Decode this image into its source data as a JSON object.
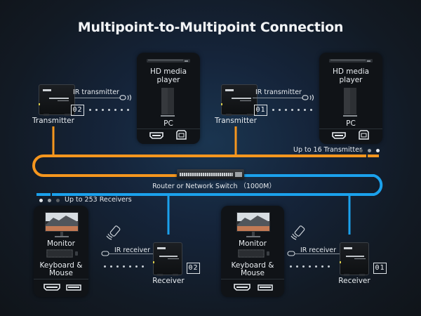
{
  "title": "Multipoint-to-Multipoint Connection",
  "colors": {
    "transmitter_line": "#f5961e",
    "receiver_line": "#1ba1ec",
    "background": "#14202d"
  },
  "transmitters": [
    {
      "id": "02",
      "label": "Transmitter",
      "ir_label": "IR transmitter",
      "source_panel": {
        "title": "HD media player",
        "title_line1": "HD media",
        "title_line2": "player",
        "device": "PC",
        "ports": [
          "hdmi-port-icon",
          "usb-b-port-icon"
        ]
      }
    },
    {
      "id": "01",
      "label": "Transmitter",
      "ir_label": "IR transmitter",
      "source_panel": {
        "title": "HD media player",
        "title_line1": "HD media",
        "title_line2": "player",
        "device": "PC",
        "ports": [
          "hdmi-port-icon",
          "usb-b-port-icon"
        ]
      }
    }
  ],
  "switch": {
    "label": "Router or Network Switch （1000M）"
  },
  "tx_capacity": "Up to 16 Transmitter",
  "rx_capacity": "Up to 253 Receivers",
  "receivers": [
    {
      "id": "02",
      "label": "Receiver",
      "ir_label": "IR receiver",
      "sink_panel": {
        "display": "Monitor",
        "input_line1": "Keyboard &",
        "input_line2": "Mouse",
        "ports": [
          "hdmi-port-icon",
          "usb-a-port-icon"
        ]
      }
    },
    {
      "id": "01",
      "label": "Receiver",
      "ir_label": "IR receiver",
      "sink_panel": {
        "display": "Monitor",
        "input_line1": "Keyboard &",
        "input_line2": "Mouse",
        "ports": [
          "hdmi-port-icon",
          "usb-a-port-icon"
        ]
      }
    }
  ]
}
